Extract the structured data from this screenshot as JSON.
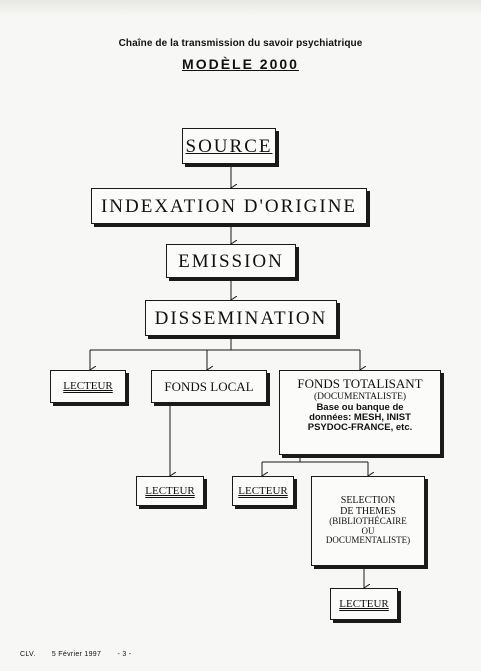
{
  "header": {
    "subtitle": "Chaîne de la transmission du savoir psychiatrique",
    "title": "MODÈLE 2000"
  },
  "diagram": {
    "source": "SOURCE",
    "indexation": "INDEXATION D'ORIGINE",
    "emission": "EMISSION",
    "dissemination": "DISSEMINATION",
    "lecteur_1": "LECTEUR",
    "fonds_local": "FONDS LOCAL",
    "fonds_totalisant": {
      "title": "FONDS TOTALISANT",
      "subtitle": "(DOCUMENTALISTE)",
      "line1": "Base ou banque de",
      "line2": "données: MESH, INIST",
      "line3": "PSYDOC-FRANCE, etc."
    },
    "lecteur_2": "LECTEUR",
    "lecteur_3": "LECTEUR",
    "selection": {
      "line1": "SELECTION",
      "line2": "DE THEMES",
      "line3": "(BIBLIOTHÉCAIRE",
      "line4": "OU",
      "line5": "DOCUMENTALISTE)"
    },
    "lecteur_4": "LECTEUR"
  },
  "footer": {
    "author": "CLV.",
    "date": "5 Février 1997",
    "page": "- 3 -"
  }
}
